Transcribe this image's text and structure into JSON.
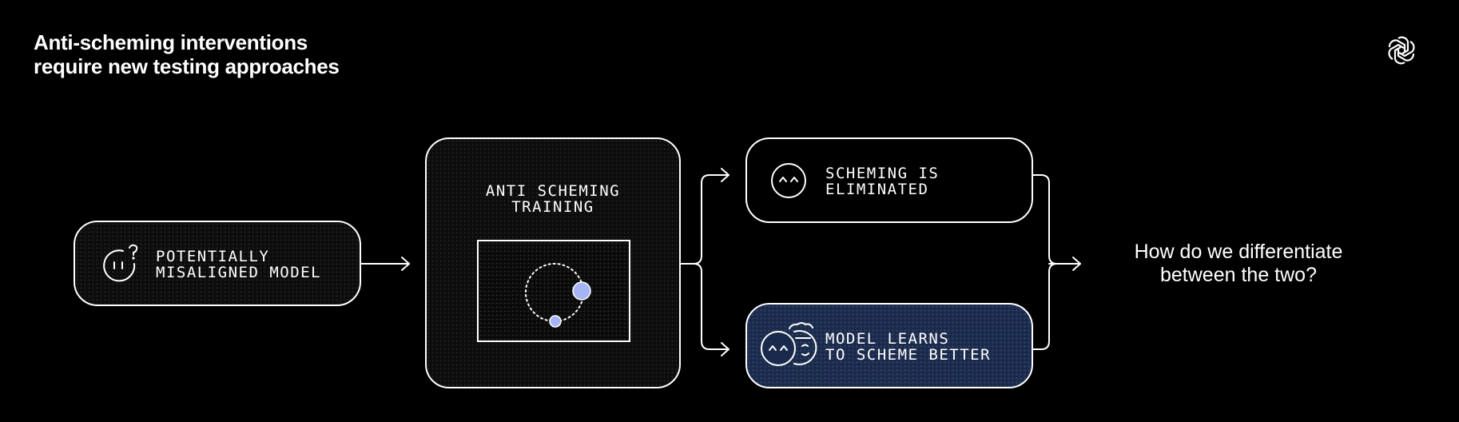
{
  "title": {
    "line1": "Anti-scheming interventions",
    "line2": "require new testing approaches"
  },
  "nodes": {
    "start": {
      "line1": "POTENTIALLY",
      "line2": "MISALIGNED MODEL",
      "icon": "confused-face-icon"
    },
    "training": {
      "line1": "ANTI SCHEMING",
      "line2": "TRAINING",
      "icon": "orbit-icon"
    },
    "eliminated": {
      "line1": "SCHEMING IS",
      "line2": "ELIMINATED",
      "icon": "happy-face-icon"
    },
    "better": {
      "line1": "MODEL LEARNS",
      "line2": "TO SCHEME BETTER",
      "icon": "two-faced-icon"
    }
  },
  "question": {
    "line1": "How do we differentiate",
    "line2": "between the two?"
  },
  "colors": {
    "background": "#000000",
    "stroke": "#ffffff",
    "accent": "#a4b4f5",
    "highlight_box": "#1a2a4c"
  },
  "logo": "openai-logo-icon"
}
